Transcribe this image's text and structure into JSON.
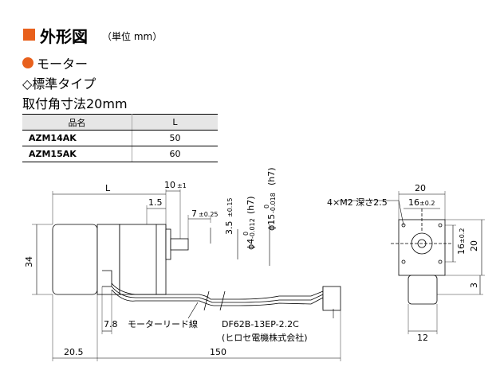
{
  "header": {
    "title": "外形図",
    "unit_note": "（単位 mm）"
  },
  "section": {
    "motor_label": "モーター",
    "type_label": "◇標準タイプ",
    "mount_label": "取付角寸法20mm"
  },
  "table": {
    "headers": [
      "品名",
      "L"
    ],
    "rows": [
      {
        "model": "AZM14AK",
        "L": "50"
      },
      {
        "model": "AZM15AK",
        "L": "60"
      }
    ]
  },
  "drawing": {
    "dim_L": "L",
    "dim_10": "10",
    "dim_10_tol": "±1",
    "dim_1_5": "1.5",
    "dim_7": "7",
    "dim_7_tol": "±0.25",
    "dim_3_5": "3.5",
    "dim_3_5_tol": "±0.15",
    "dim_phi4": "ϕ4",
    "dim_phi4_tol_top": "0",
    "dim_phi4_tol_bot": "-0.012",
    "dim_phi4_fit": "(h7)",
    "dim_phi15": "ϕ15",
    "dim_phi15_tol_top": "0",
    "dim_phi15_tol_bot": "-0.018",
    "dim_phi15_fit": "(h7)",
    "dim_34": "34",
    "dim_7_8": "7.8",
    "lead_label": "モーターリード線",
    "connector_model": "DF62B-13EP-2.2C",
    "connector_maker": "(ヒロセ電機株式会社)",
    "dim_20_5": "20.5",
    "dim_150": "150",
    "holes_label": "4×M2 深さ2.5",
    "dim_20_top": "20",
    "dim_16_top": "16",
    "dim_16_top_tol": "±0.2",
    "dim_16_side": "16",
    "dim_16_side_tol": "±0.2",
    "dim_20_side": "20",
    "dim_3": "3",
    "dim_12": "12"
  },
  "colors": {
    "accent": "#e8601c",
    "body_fill": "#ffffff",
    "line": "#000000",
    "table_header_bg": "#e6e6e6"
  }
}
